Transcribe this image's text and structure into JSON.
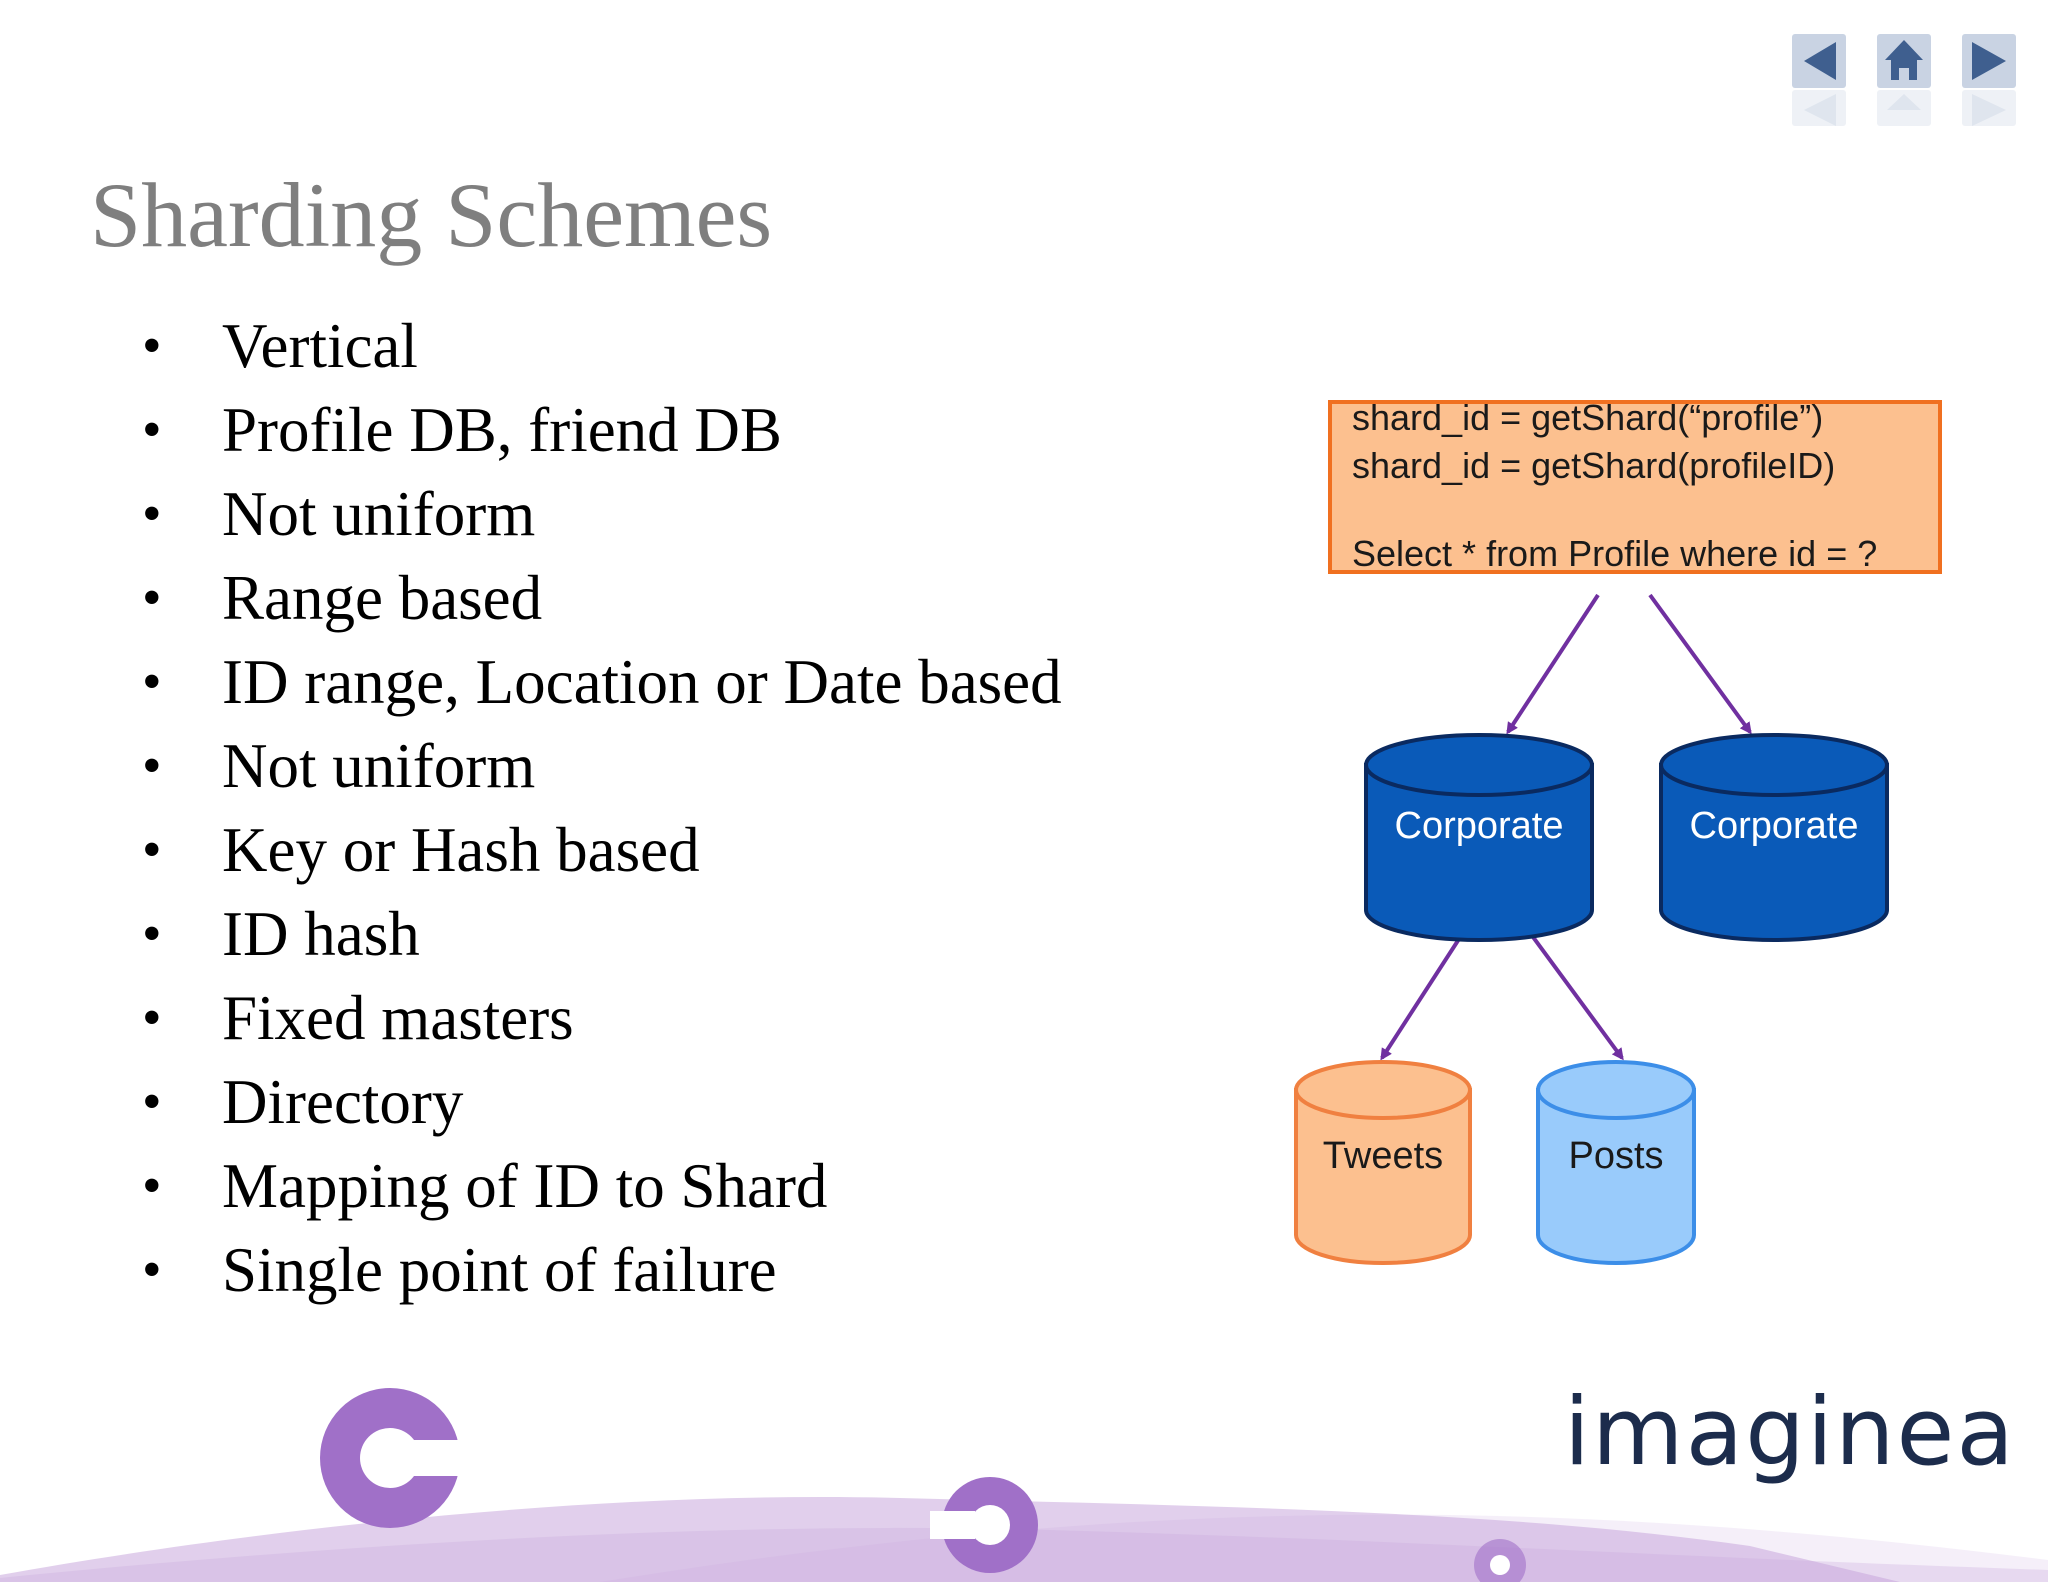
{
  "slide": {
    "title": "Sharding Schemes",
    "bullets": [
      "Vertical",
      "Profile DB, friend DB",
      "Not uniform",
      "Range based",
      "ID range, Location or Date based",
      "Not uniform",
      "Key or Hash based",
      "ID hash",
      "Fixed masters",
      "Directory",
      "Mapping of ID to Shard",
      "Single point of failure"
    ],
    "bullet_char": "•"
  },
  "nav": {
    "icons": [
      "prev-arrow-icon",
      "home-icon",
      "next-arrow-icon"
    ],
    "color": "#3f5f8f"
  },
  "diagram": {
    "code_lines": [
      "shard_id = getShard(“profile”)",
      "shard_id = getShard(profileID)",
      "",
      "Select * from Profile where id = ?"
    ],
    "code_fill": "#fcc08f",
    "code_border": "#f07020",
    "arrow_color": "#7030a0",
    "databases": [
      {
        "label": "Corporate",
        "fill": "#0a5ab8",
        "stroke": "#0a2a60",
        "text": "#ffffff"
      },
      {
        "label": "Corporate",
        "fill": "#0a5ab8",
        "stroke": "#0a2a60",
        "text": "#ffffff"
      },
      {
        "label": "Tweets",
        "fill": "#fcc08f",
        "stroke": "#f08040",
        "text": "#1a1a1a"
      },
      {
        "label": "Posts",
        "fill": "#99cbfb",
        "stroke": "#3c8ee8",
        "text": "#1a1a1a"
      }
    ]
  },
  "branding": {
    "logo_text": "imaginea",
    "gear_color": "#a070c8",
    "wave_color": "#c8a8dc"
  }
}
